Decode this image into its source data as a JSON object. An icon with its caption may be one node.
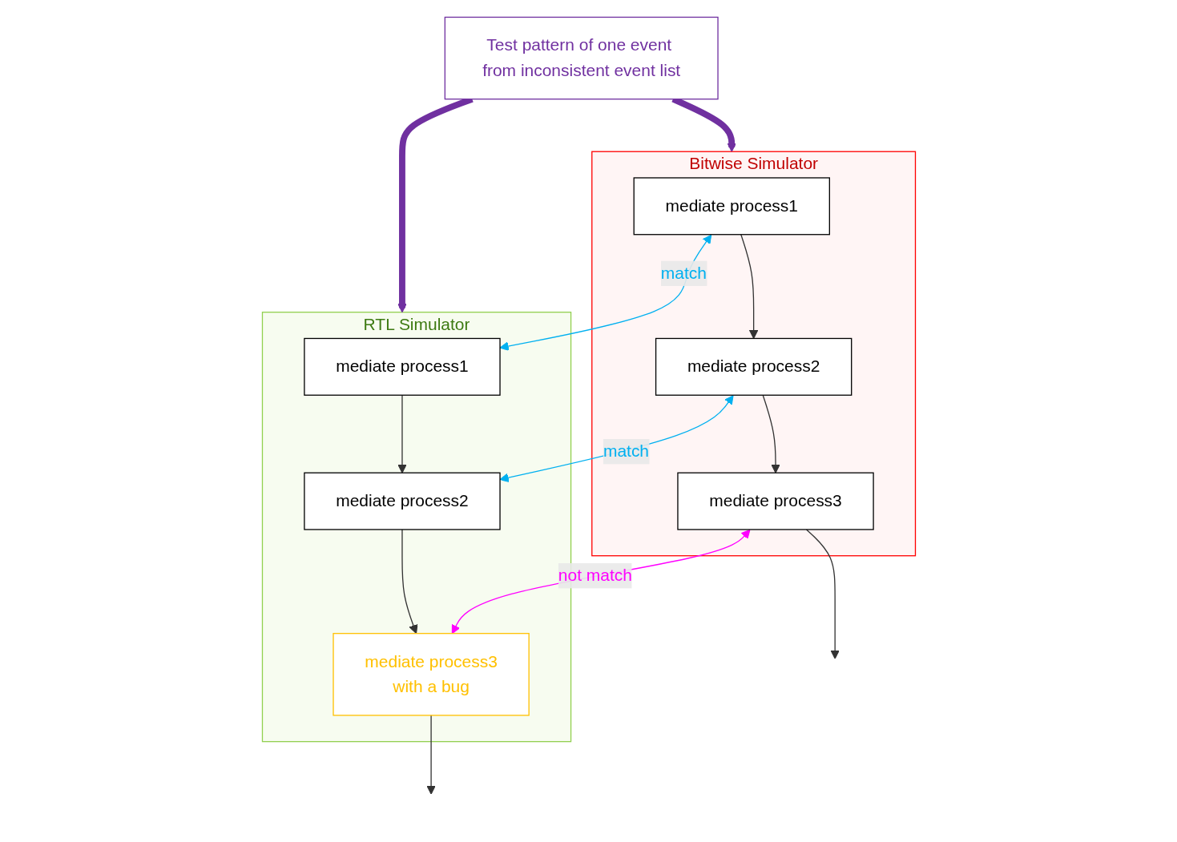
{
  "diagram": {
    "nodes": [
      {
        "text": [
          "Test pattern of one event from inconsistent event list"
        ]
      },
      {
        "text": [
          "Bitwise Simulator"
        ]
      },
      {
        "text": [
          "mediate process1"
        ],
        "in": 1
      },
      {
        "text": [
          "mediate process2"
        ],
        "in": 1
      },
      {
        "text": [
          "mediate process3"
        ],
        "in": 1
      },
      {
        "text": [
          "RTL Simulator"
        ]
      },
      {
        "text": [
          "mediate process1"
        ],
        "in": 5
      },
      {
        "text": [
          "mediate process2"
        ],
        "in": 5
      },
      {
        "text": [
          "mediate process3",
          "with a bug"
        ],
        "in": 5
      }
    ],
    "edges": [
      {
        "from": 0,
        "to": 1,
        "arrow": "to",
        "style": "thick",
        "color": "#7030a0"
      },
      {
        "from": 0,
        "to": 5,
        "arrow": "to",
        "style": "thick",
        "color": "#7030a0"
      },
      {
        "from": 2,
        "to": 3,
        "arrow": "to"
      },
      {
        "from": 3,
        "to": 4,
        "arrow": "to"
      },
      {
        "from": 4,
        "to": null,
        "arrow": "to"
      },
      {
        "from": 6,
        "to": 7,
        "arrow": "to"
      },
      {
        "from": 7,
        "to": 8,
        "arrow": "to"
      },
      {
        "from": 8,
        "to": null,
        "arrow": "to"
      },
      {
        "from": 2,
        "to": 6,
        "label": "match",
        "arrow": "both",
        "color": "#00b0f0"
      },
      {
        "from": 3,
        "to": 7,
        "label": "match",
        "arrow": "both",
        "color": "#00b0f0"
      },
      {
        "from": 4,
        "to": 8,
        "label": "not match",
        "arrow": "both",
        "color": "#ff00ff"
      }
    ]
  }
}
